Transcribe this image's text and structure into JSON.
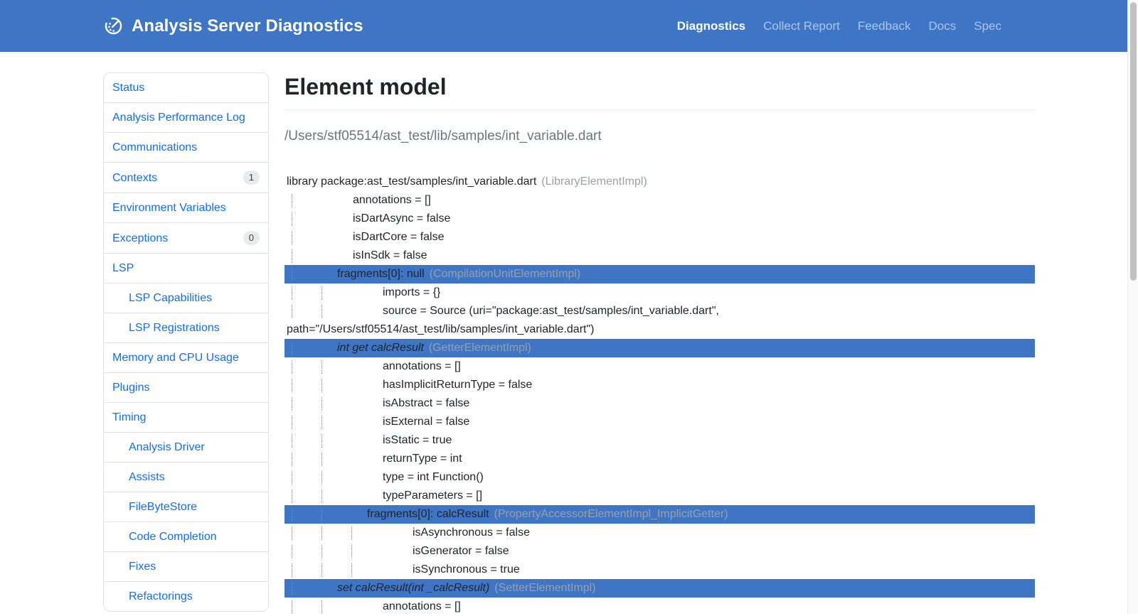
{
  "colors": {
    "header_bg": "#3e75c4",
    "link_blue": "#0d6efd",
    "suffix_gray": "#9aa0a6",
    "badge_bg": "#e8eaed",
    "scroll_thumb": "#c2c2c2"
  },
  "header": {
    "brand": "Analysis Server Diagnostics",
    "brand_icon": "gauge-icon",
    "nav": [
      {
        "label": "Diagnostics",
        "slug": "diagnostics",
        "active": true
      },
      {
        "label": "Collect Report",
        "slug": "collect-report",
        "active": false
      },
      {
        "label": "Feedback",
        "slug": "feedback",
        "active": false
      },
      {
        "label": "Docs",
        "slug": "docs",
        "active": false
      },
      {
        "label": "Spec",
        "slug": "spec",
        "active": false
      }
    ]
  },
  "sidebar": {
    "items": [
      {
        "label": "Status",
        "sub": false
      },
      {
        "label": "Analysis Performance Log",
        "sub": false
      },
      {
        "label": "Communications",
        "sub": false
      },
      {
        "label": "Contexts",
        "sub": false,
        "badge": "1"
      },
      {
        "label": "Environment Variables",
        "sub": false
      },
      {
        "label": "Exceptions",
        "sub": false,
        "badge": "0"
      },
      {
        "label": "LSP",
        "sub": false
      },
      {
        "label": "LSP Capabilities",
        "sub": true
      },
      {
        "label": "LSP Registrations",
        "sub": true
      },
      {
        "label": "Memory and CPU Usage",
        "sub": false
      },
      {
        "label": "Plugins",
        "sub": false
      },
      {
        "label": "Timing",
        "sub": false
      },
      {
        "label": "Analysis Driver",
        "sub": true
      },
      {
        "label": "Assists",
        "sub": true
      },
      {
        "label": "FileByteStore",
        "sub": true
      },
      {
        "label": "Code Completion",
        "sub": true
      },
      {
        "label": "Fixes",
        "sub": true
      },
      {
        "label": "Refactorings",
        "sub": true
      }
    ]
  },
  "main": {
    "title": "Element model",
    "path": "/Users/stf05514/ast_test/lib/samples/int_variable.dart",
    "tree": {
      "lines": [
        {
          "guides": 0,
          "kind": "root",
          "text": "library package:ast_test/samples/int_variable.dart",
          "suffix": "(LibraryElementImpl)"
        },
        {
          "guides": 1,
          "kind": "prop",
          "text": "annotations = []"
        },
        {
          "guides": 1,
          "kind": "prop",
          "text": "isDartAsync = false"
        },
        {
          "guides": 1,
          "kind": "prop",
          "text": "isDartCore = false"
        },
        {
          "guides": 1,
          "kind": "prop",
          "text": "isInSdk = false"
        },
        {
          "guides": 1,
          "kind": "header",
          "text": "fragments[0]: null",
          "suffix": "(CompilationUnitElementImpl)"
        },
        {
          "guides": 2,
          "kind": "prop",
          "text": "imports = {}"
        },
        {
          "guides": 2,
          "kind": "prop",
          "text": "source = Source (uri=\"package:ast_test/samples/int_variable.dart\","
        },
        {
          "guides": 0,
          "kind": "wrap",
          "text": "path=\"/Users/stf05514/ast_test/lib/samples/int_variable.dart\")"
        },
        {
          "guides": 1,
          "kind": "header",
          "italic": true,
          "text": "int get calcResult",
          "suffix": "(GetterElementImpl)"
        },
        {
          "guides": 2,
          "kind": "prop",
          "text": "annotations = []"
        },
        {
          "guides": 2,
          "kind": "prop",
          "text": "hasImplicitReturnType = false"
        },
        {
          "guides": 2,
          "kind": "prop",
          "text": "isAbstract = false"
        },
        {
          "guides": 2,
          "kind": "prop",
          "text": "isExternal = false"
        },
        {
          "guides": 2,
          "kind": "prop",
          "text": "isStatic = true"
        },
        {
          "guides": 2,
          "kind": "prop",
          "text": "returnType = int"
        },
        {
          "guides": 2,
          "kind": "prop",
          "text": "type = int Function()"
        },
        {
          "guides": 2,
          "kind": "prop",
          "text": "typeParameters = []"
        },
        {
          "guides": 2,
          "kind": "header",
          "text": "fragments[0]: calcResult",
          "suffix": "(PropertyAccessorElementImpl_ImplicitGetter)"
        },
        {
          "guides": 3,
          "kind": "prop",
          "text": "isAsynchronous = false"
        },
        {
          "guides": 3,
          "kind": "prop",
          "text": "isGenerator = false"
        },
        {
          "guides": 3,
          "kind": "prop",
          "text": "isSynchronous = true"
        },
        {
          "guides": 1,
          "kind": "header",
          "italic": true,
          "text": "set calcResult(int _calcResult)",
          "suffix": "(SetterElementImpl)"
        },
        {
          "guides": 2,
          "kind": "prop",
          "text": "annotations = []"
        }
      ]
    }
  }
}
